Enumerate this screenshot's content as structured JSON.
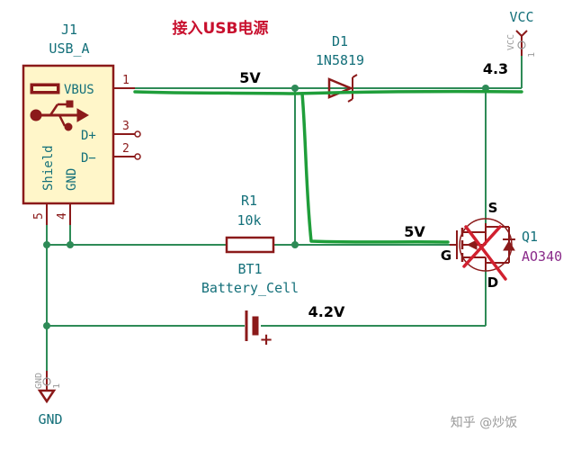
{
  "colors": {
    "wire": "#2e8b57",
    "component": "#8b1a1a",
    "label": "#14707a",
    "symbol_fill": "#fff6c9",
    "annotation": "#000000",
    "title_red": "#c8102e",
    "highlight_green": "#1f9e3a",
    "cross_red": "#d1202f",
    "q1_part": "#8a2b8a",
    "watermark": "#9a9a9a"
  },
  "title": "接入USB电源",
  "j1": {
    "ref": "J1",
    "value": "USB_A",
    "pins": {
      "vbus": "VBUS",
      "dplus": "D+",
      "dminus": "D−",
      "shield": "Shield",
      "gnd": "GND"
    },
    "pin_numbers": {
      "vbus": "1",
      "dplus": "3",
      "dminus": "2",
      "shield": "5",
      "gnd": "4"
    }
  },
  "d1": {
    "ref": "D1",
    "value": "1N5819"
  },
  "r1": {
    "ref": "R1",
    "value": "10k"
  },
  "bt1": {
    "ref": "BT1",
    "value": "Battery_Cell",
    "plus": "+"
  },
  "q1": {
    "ref": "Q1",
    "value": "AO340",
    "gate": "G",
    "source": "S",
    "drain": "D"
  },
  "power": {
    "vcc": "VCC",
    "vcc_pin_text": "VCC",
    "vcc_pin_num": "1",
    "gnd": "GND",
    "gnd_pin_text": "GND",
    "gnd_pin_num": "1"
  },
  "annotations": {
    "vbus_voltage": "5V",
    "vcc_voltage": "4.3",
    "gate_voltage": "5V",
    "battery_voltage": "4.2V"
  },
  "watermark": "知乎 @炒饭"
}
